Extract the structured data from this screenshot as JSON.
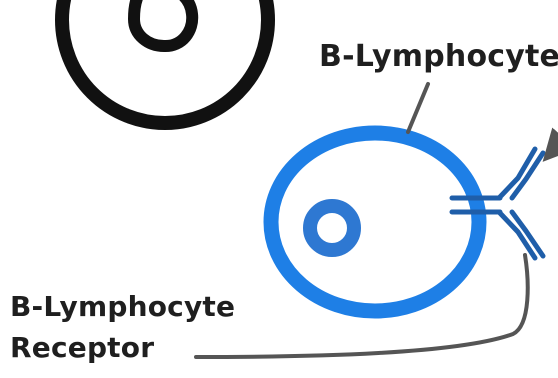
{
  "labels": {
    "cell": "B-Lymphocyte",
    "receptor_line1": "B-Lymphocyte",
    "receptor_line2": "Receptor"
  },
  "colors": {
    "black_cell": "#111111",
    "b_cell": "#1e7fe6",
    "b_nucleus": "#2e78d2",
    "receptor": "#1f5ea9",
    "leader": "#555555",
    "text": "#1f1f1f"
  }
}
